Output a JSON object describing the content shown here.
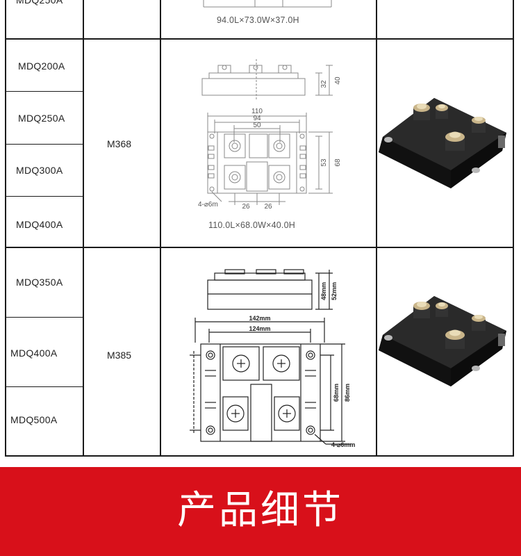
{
  "row_top": {
    "models": [
      "MDQ250A"
    ],
    "dimensions": "94.0L×73.0W×37.0H"
  },
  "row_m368": {
    "models": [
      "MDQ200A",
      "MDQ250A",
      "MDQ300A",
      "MDQ400A"
    ],
    "package": "M368",
    "dimensions": "110.0L×68.0W×40.0H",
    "drawing": {
      "dim_110": "110",
      "dim_94": "94",
      "dim_50": "50",
      "dim_32": "32",
      "dim_40": "40",
      "dim_53": "53",
      "dim_68": "68",
      "hole": "4-⌀6m",
      "dim_26a": "26",
      "dim_26b": "26"
    }
  },
  "row_m385": {
    "models": [
      "MDQ350A",
      "MDQ400A",
      "MDQ500A"
    ],
    "package": "M385",
    "drawing": {
      "dim_142": "142mm",
      "dim_124": "124mm",
      "dim_48": "48mm",
      "dim_52": "52mm",
      "dim_68": "68mm",
      "dim_86": "86mm",
      "hole": "4-⌀6mm"
    }
  },
  "banner": {
    "title": "产品细节"
  },
  "colors": {
    "banner_bg": "#d8101a",
    "banner_text": "#ffffff",
    "grid": "#1a1a1a",
    "module_body": "#1b1b1b"
  }
}
